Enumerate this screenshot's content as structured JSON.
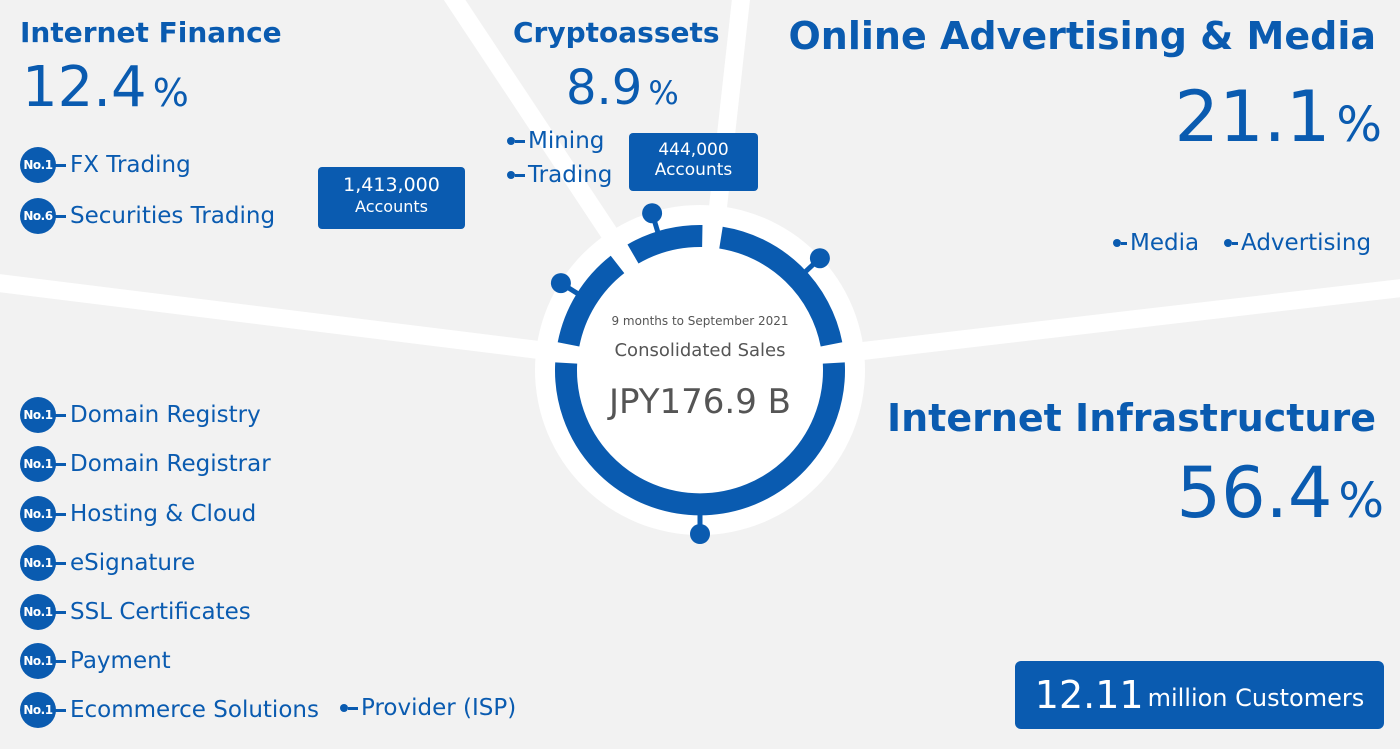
{
  "segments": {
    "internet_finance": {
      "title": "Internet Finance",
      "value": "12.4",
      "unit": "%",
      "rankings": [
        {
          "rank": "No.1",
          "label": "FX Trading"
        },
        {
          "rank": "No.6",
          "label": "Securities Trading"
        }
      ],
      "accounts_number": "1,413,000",
      "accounts_label": "Accounts"
    },
    "cryptoassets": {
      "title": "Cryptoassets",
      "value": "8.9",
      "unit": "%",
      "items": [
        "Mining",
        "Trading"
      ],
      "accounts_number": "444,000",
      "accounts_label": "Accounts"
    },
    "online_advertising_media": {
      "title": "Online Advertising & Media",
      "value": "21.1",
      "unit": "%",
      "items": [
        "Media",
        "Advertising"
      ]
    },
    "internet_infrastructure": {
      "title": "Internet Infrastructure",
      "value": "56.4",
      "unit": "%",
      "rankings": [
        {
          "rank": "No.1",
          "label": "Domain Registry"
        },
        {
          "rank": "No.1",
          "label": "Domain Registrar"
        },
        {
          "rank": "No.1",
          "label": "Hosting & Cloud"
        },
        {
          "rank": "No.1",
          "label": "eSignature"
        },
        {
          "rank": "No.1",
          "label": "SSL Certificates"
        },
        {
          "rank": "No.1",
          "label": "Payment"
        },
        {
          "rank": "No.1",
          "label": "Ecommerce Solutions"
        }
      ],
      "extra_item": "Provider (ISP)",
      "customers_number": "12.11",
      "customers_label": "million Customers"
    }
  },
  "center": {
    "period": "9 months to September 2021",
    "label": "Consolidated Sales",
    "value": "JPY176.9 B"
  },
  "colors": {
    "brand_blue": "#0a5bb0",
    "background": "#f2f2f2",
    "divider": "#ffffff"
  }
}
